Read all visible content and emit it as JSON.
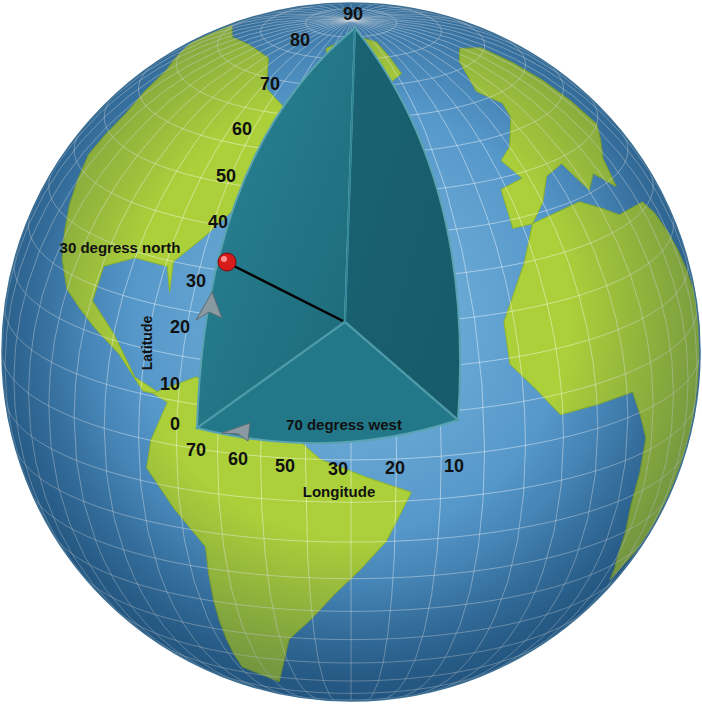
{
  "diagram": {
    "labels": [
      "90",
      "80",
      "70",
      "60",
      "50",
      "40",
      "30 degress north",
      "30",
      "20",
      "Latitude",
      "10",
      "0",
      "70",
      "60",
      "50",
      "30",
      "20",
      "10",
      "70 degress west",
      "Longitude"
    ]
  }
}
